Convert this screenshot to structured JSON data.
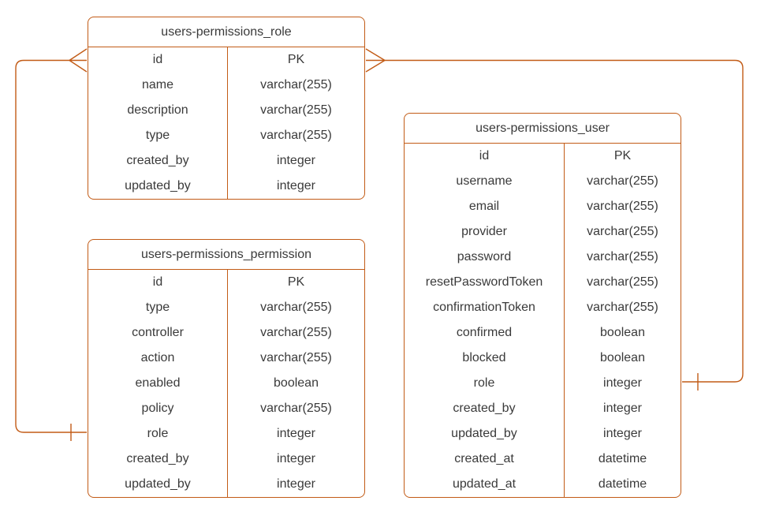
{
  "diagram": {
    "colors": {
      "stroke": "#c25b16",
      "text": "#3a3a3a",
      "background": "#ffffff"
    },
    "tables": [
      {
        "id": "role",
        "title": "users-permissions_role",
        "fields": [
          {
            "name": "id",
            "type": "PK"
          },
          {
            "name": "name",
            "type": "varchar(255)"
          },
          {
            "name": "description",
            "type": "varchar(255)"
          },
          {
            "name": "type",
            "type": "varchar(255)"
          },
          {
            "name": "created_by",
            "type": "integer"
          },
          {
            "name": "updated_by",
            "type": "integer"
          }
        ]
      },
      {
        "id": "permission",
        "title": "users-permissions_permission",
        "fields": [
          {
            "name": "id",
            "type": "PK"
          },
          {
            "name": "type",
            "type": "varchar(255)"
          },
          {
            "name": "controller",
            "type": "varchar(255)"
          },
          {
            "name": "action",
            "type": "varchar(255)"
          },
          {
            "name": "enabled",
            "type": "boolean"
          },
          {
            "name": "policy",
            "type": "varchar(255)"
          },
          {
            "name": "role",
            "type": "integer"
          },
          {
            "name": "created_by",
            "type": "integer"
          },
          {
            "name": "updated_by",
            "type": "integer"
          }
        ]
      },
      {
        "id": "user",
        "title": "users-permissions_user",
        "fields": [
          {
            "name": "id",
            "type": "PK"
          },
          {
            "name": "username",
            "type": "varchar(255)"
          },
          {
            "name": "email",
            "type": "varchar(255)"
          },
          {
            "name": "provider",
            "type": "varchar(255)"
          },
          {
            "name": "password",
            "type": "varchar(255)"
          },
          {
            "name": "resetPasswordToken",
            "type": "varchar(255)"
          },
          {
            "name": "confirmationToken",
            "type": "varchar(255)"
          },
          {
            "name": "confirmed",
            "type": "boolean"
          },
          {
            "name": "blocked",
            "type": "boolean"
          },
          {
            "name": "role",
            "type": "integer"
          },
          {
            "name": "created_by",
            "type": "integer"
          },
          {
            "name": "updated_by",
            "type": "integer"
          },
          {
            "name": "created_at",
            "type": "datetime"
          },
          {
            "name": "updated_at",
            "type": "datetime"
          }
        ]
      }
    ],
    "relationships": [
      {
        "from_table": "users-permissions_role",
        "from_field": "id",
        "from_marker": "many",
        "to_table": "users-permissions_permission",
        "to_field": "role",
        "to_marker": "one"
      },
      {
        "from_table": "users-permissions_role",
        "from_field": "id",
        "from_marker": "many",
        "to_table": "users-permissions_user",
        "to_field": "role",
        "to_marker": "one"
      }
    ]
  }
}
